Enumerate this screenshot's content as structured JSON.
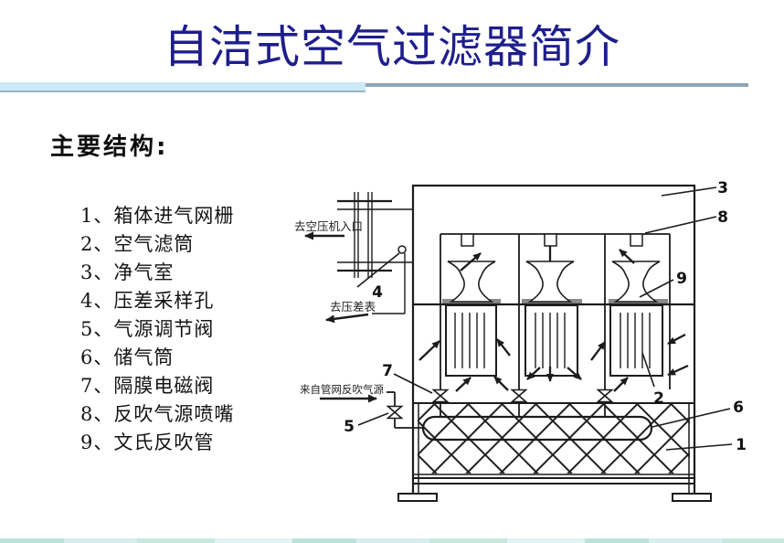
{
  "slide": {
    "title": "自洁式空气过滤器简介",
    "section_heading": "主要结构:",
    "structure_list": [
      "1、箱体进气网栅",
      "2、空气滤筒",
      "3、净气室",
      "4、压差采样孔",
      "5、气源调节阀",
      "6、储气筒",
      "7、隔膜电磁阀",
      "8、反吹气源喷嘴",
      "9、文氏反吹管"
    ]
  },
  "diagram": {
    "annotations": {
      "to_compressor_inlet": "去空压机入口",
      "to_pressure_gauge": "去压差表",
      "backflush_air_source": "来自管网反吹气源"
    },
    "part_numbers": {
      "n1": "1",
      "n2": "2",
      "n3": "3",
      "n4": "4",
      "n5": "5",
      "n6": "6",
      "n7": "7",
      "n8": "8",
      "n9": "9"
    }
  },
  "colors": {
    "title-ink": "#1e1e8c",
    "bar-fill": "#cde9f8",
    "bar-edge": "#9db2c0",
    "rule-line": "#8da4b9",
    "ink": "#1c1c1c",
    "plate-gray": "#8a8a8a",
    "footer-tint": "#e9f6f1"
  }
}
